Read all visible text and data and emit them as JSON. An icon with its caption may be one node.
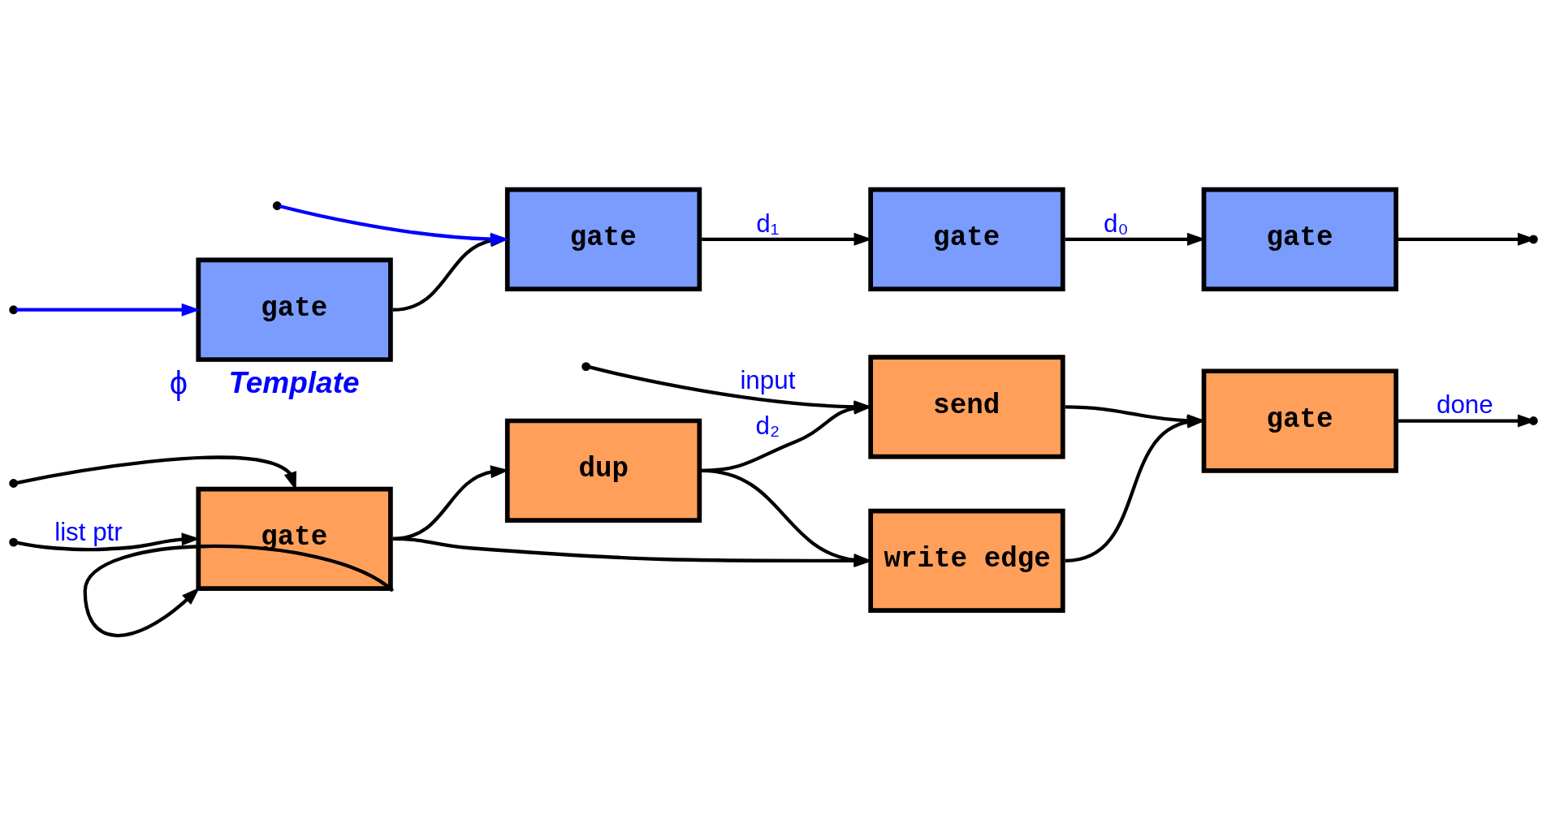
{
  "diagram": {
    "nodes": [
      {
        "text": [
          "gate"
        ]
      },
      {
        "text": [
          "dup"
        ]
      },
      {
        "text": [
          "send"
        ]
      },
      {
        "text": [
          "write edge"
        ]
      },
      {
        "text": [
          "gate"
        ]
      },
      {
        "text": [
          "gate"
        ],
        "beside": [
          "ϕ",
          "Template"
        ]
      },
      {
        "text": [
          "gate"
        ]
      },
      {
        "text": [
          "gate"
        ]
      },
      {
        "text": [
          "gate"
        ]
      }
    ],
    "edges": [
      {
        "from": null,
        "to": 2,
        "arrow": "to",
        "label": "input"
      },
      {
        "from": null,
        "to": 0,
        "arrow": "to"
      },
      {
        "from": null,
        "to": 0,
        "arrow": "to",
        "label": "list ptr"
      },
      {
        "from": 0,
        "to": 0,
        "arrow": "to"
      },
      {
        "from": 0,
        "to": 1,
        "arrow": "to"
      },
      {
        "from": 0,
        "to": 3,
        "arrow": "to"
      },
      {
        "from": 1,
        "to": 2,
        "arrow": "to",
        "label": "d₂"
      },
      {
        "from": 1,
        "to": 3,
        "arrow": "to"
      },
      {
        "from": 2,
        "to": 4,
        "arrow": "to"
      },
      {
        "from": 3,
        "to": 4,
        "arrow": "to"
      },
      {
        "from": 4,
        "to": null,
        "arrow": "to",
        "label": "done"
      },
      {
        "from": null,
        "to": 6,
        "arrow": "to",
        "color": "#0000ff"
      },
      {
        "from": null,
        "to": 5,
        "arrow": "to",
        "color": "#0000ff"
      },
      {
        "from": 5,
        "to": 6,
        "arrow": "to"
      },
      {
        "from": 6,
        "to": 7,
        "arrow": "to",
        "label": "d₁"
      },
      {
        "from": 7,
        "to": 8,
        "arrow": "to",
        "label": "d₀"
      },
      {
        "from": 8,
        "to": null,
        "arrow": "to"
      }
    ]
  }
}
